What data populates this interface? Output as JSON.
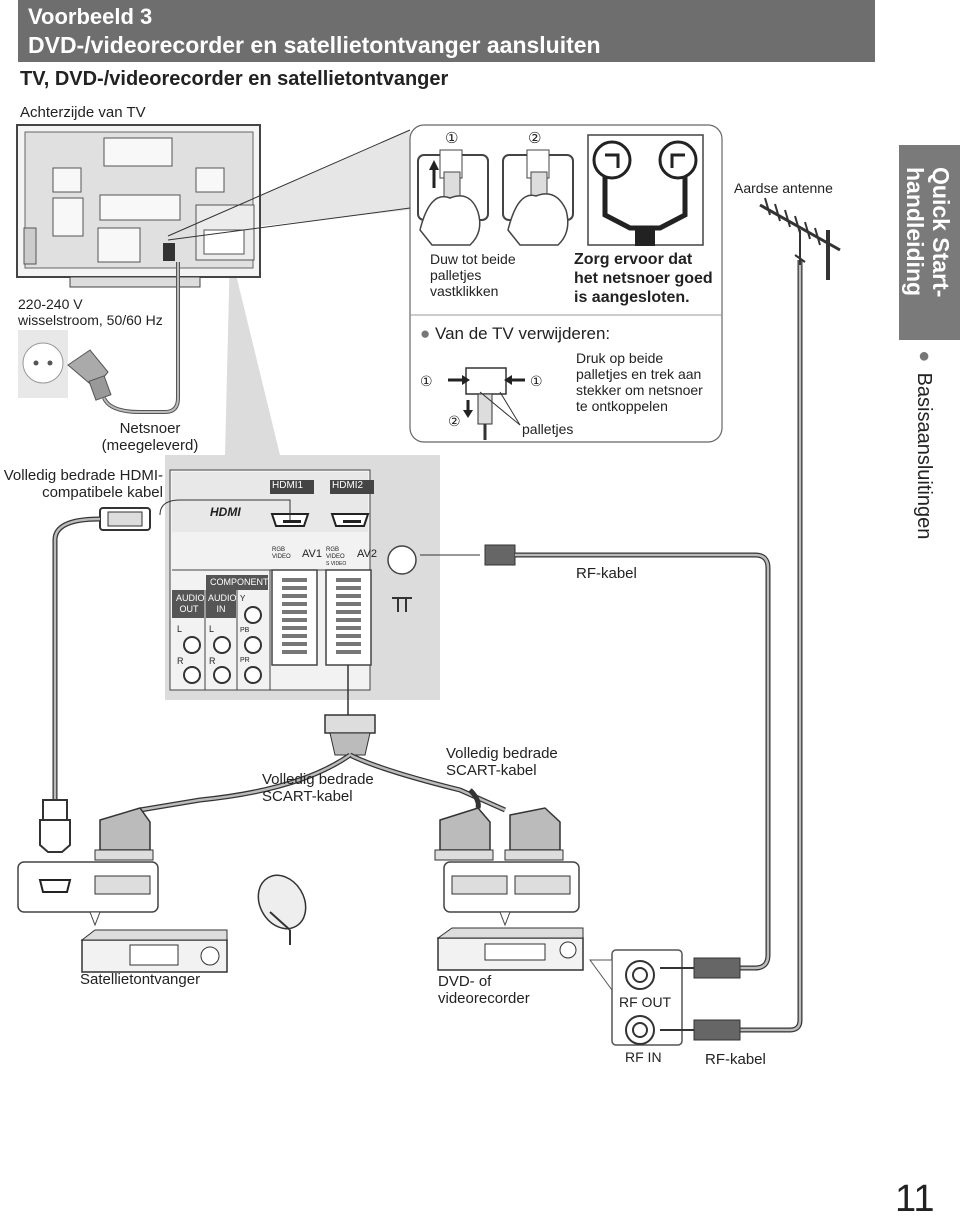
{
  "header": {
    "line1": "Voorbeeld 3",
    "line2": "DVD-/videorecorder en satellietontvanger aansluiten"
  },
  "subtitle": "TV, DVD-/videorecorder en satellietontvanger",
  "tv_back_label": "Achterzijde van TV",
  "power": {
    "voltage_line1": "220-240 V",
    "voltage_line2": "wisselstroom, 50/60 Hz",
    "cord_line1": "Netsnoer",
    "cord_line2": "(meegeleverd)"
  },
  "hdmi_cable": {
    "line1": "Volledig bedrade HDMI-",
    "line2": "compatibele kabel"
  },
  "clamp_inset": {
    "step1": "①",
    "step2": "②",
    "press_line1": "Duw tot beide",
    "press_line2": "palletjes",
    "press_line3": "vastklikken",
    "secure_line1": "Zorg ervoor dat",
    "secure_line2": "het netsnoer goed",
    "secure_line3": "is aangesloten.",
    "remove_heading": "Van de TV verwijderen:",
    "remove_line1": "Druk op beide",
    "remove_line2": "palletjes en trek aan",
    "remove_line3": "stekker om netsnoer",
    "remove_line4": "te ontkoppelen",
    "tabs_label": "palletjes"
  },
  "antenna_label": "Aardse antenne",
  "side_tab": {
    "line1": "Quick Start-",
    "line2": "handleiding",
    "section": "Basisaansluitingen"
  },
  "panel": {
    "hdmi1": "HDMI1",
    "hdmi2": "HDMI2",
    "hdmi_logo": "HDMI",
    "av1": "AV1",
    "av2": "AV2",
    "rgb_video": "RGB VIDEO",
    "svideo": "S VIDEO",
    "component": "COMPONENT",
    "audio_out_1": "AUDIO",
    "audio_out_2": "OUT",
    "audio_in_1": "AUDIO",
    "audio_in_2": "IN",
    "l": "L",
    "r": "R",
    "y": "Y",
    "pb": "PB",
    "pr": "PR"
  },
  "rf_cable_top": "RF-kabel",
  "scart_left": {
    "line1": "Volledig bedrade",
    "line2": "SCART-kabel"
  },
  "scart_right": {
    "line1": "Volledig bedrade",
    "line2": "SCART-kabel"
  },
  "satellite_label": "Satellietontvanger",
  "recorder": {
    "line1": "DVD- of",
    "line2": "videorecorder",
    "rf_out": "RF OUT",
    "rf_in": "RF IN"
  },
  "rf_cable_bottom": "RF-kabel",
  "page_number": "11"
}
